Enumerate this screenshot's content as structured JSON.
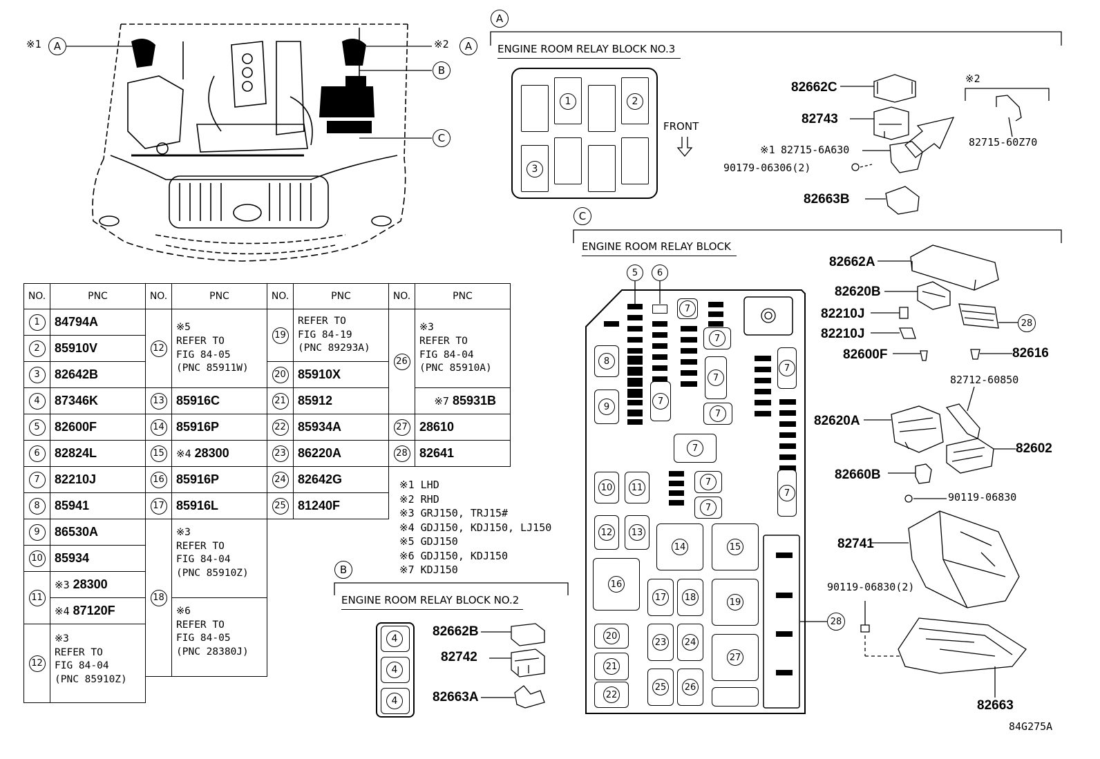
{
  "diagram_id": "84G275A",
  "callouts": {
    "A": "A",
    "B": "B",
    "C": "C"
  },
  "vehicle": {
    "marker_1": "※1",
    "marker_2": "※2"
  },
  "table": {
    "header_no": "NO.",
    "header_pnc": "PNC",
    "col1": [
      {
        "no": "1",
        "pnc": "84794A"
      },
      {
        "no": "2",
        "pnc": "85910V"
      },
      {
        "no": "3",
        "pnc": "82642B"
      },
      {
        "no": "4",
        "pnc": "87346K"
      },
      {
        "no": "5",
        "pnc": "82600F"
      },
      {
        "no": "6",
        "pnc": "82824L"
      },
      {
        "no": "7",
        "pnc": "82210J"
      },
      {
        "no": "8",
        "pnc": "85941"
      },
      {
        "no": "9",
        "pnc": "86530A"
      },
      {
        "no": "10",
        "pnc": "85934"
      },
      {
        "no": "11",
        "a_mark": "※3",
        "a_pnc": "28300",
        "b_mark": "※4",
        "b_pnc": "87120F"
      },
      {
        "no": "12",
        "lines": [
          "※3",
          "REFER TO",
          "FIG 84-04",
          "(PNC 85910Z)"
        ]
      }
    ],
    "col2": [
      {
        "no": "12",
        "lines": [
          "※5",
          "REFER TO",
          "FIG 84-05",
          "(PNC 85911W)"
        ]
      },
      {
        "no": "13",
        "pnc": "85916C"
      },
      {
        "no": "14",
        "pnc": "85916P"
      },
      {
        "no": "15",
        "mark": "※4",
        "pnc": "28300"
      },
      {
        "no": "16",
        "pnc": "85916P"
      },
      {
        "no": "17",
        "pnc": "85916L"
      },
      {
        "no": "18",
        "a_lines": [
          "※3",
          "REFER TO",
          "FIG 84-04",
          "(PNC 85910Z)"
        ],
        "b_lines": [
          "※6",
          "REFER TO",
          "FIG 84-05",
          "(PNC 28380J)"
        ]
      }
    ],
    "col3": [
      {
        "no": "19",
        "lines": [
          "REFER TO",
          "FIG 84-19",
          "(PNC 89293A)"
        ]
      },
      {
        "no": "20",
        "pnc": "85910X"
      },
      {
        "no": "21",
        "pnc": "85912"
      },
      {
        "no": "22",
        "pnc": "85934A"
      },
      {
        "no": "23",
        "pnc": "86220A"
      },
      {
        "no": "24",
        "pnc": "82642G"
      },
      {
        "no": "25",
        "pnc": "81240F"
      }
    ],
    "col4": [
      {
        "no": "26",
        "lines": [
          "※3",
          "REFER TO",
          "FIG 84-04",
          "(PNC 85910A)"
        ],
        "b_mark": "※7",
        "b_pnc": "85931B"
      },
      {
        "no": "27",
        "pnc": "28610"
      },
      {
        "no": "28",
        "pnc": "82641"
      }
    ]
  },
  "notes": [
    "※1 LHD",
    "※2 RHD",
    "※3 GRJ150, TRJ15#",
    "※4 GDJ150, KDJ150, LJ150",
    "※5 GDJ150",
    "※6 GDJ150, KDJ150",
    "※7 KDJ150"
  ],
  "block_no3": {
    "title": "ENGINE ROOM RELAY BLOCK NO.3",
    "front_label": "FRONT",
    "slots": [
      "1",
      "2",
      "3"
    ],
    "parts": [
      "82662C",
      "82743",
      "82715-6A630",
      "90179-06306(2)",
      "82663B",
      "82715-60Z70"
    ],
    "marker_1": "※1",
    "marker_2": "※2"
  },
  "block_no2": {
    "title": "ENGINE ROOM RELAY BLOCK NO.2",
    "slots": [
      "4",
      "4",
      "4"
    ],
    "parts": [
      "82662B",
      "82742",
      "82663A"
    ]
  },
  "block_main": {
    "title": "ENGINE ROOM RELAY BLOCK",
    "parts": [
      "82662A",
      "82620B",
      "82210J",
      "82210J",
      "82600F",
      "82616",
      "82712-60850",
      "82620A",
      "82602",
      "82660B",
      "90119-06830",
      "82741",
      "90119-06830(2)",
      "82663"
    ],
    "callout_28": "28",
    "callout_5": "5",
    "callout_6": "6"
  }
}
